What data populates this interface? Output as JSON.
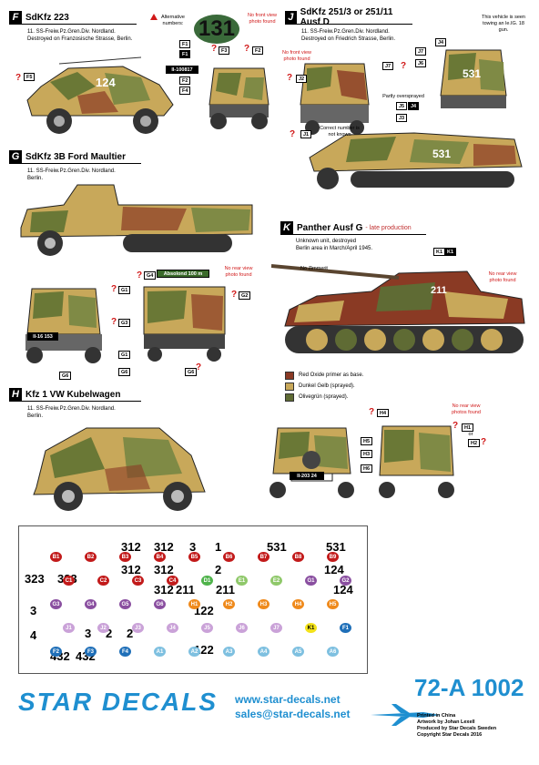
{
  "sections": {
    "F": {
      "letter": "F",
      "title": "SdKfz 223",
      "lines": [
        "11. SS-Freiw.Pz.Gren.Div. Nordland.",
        "Destroyed on Franzosische Strasse, Berlin."
      ]
    },
    "J": {
      "letter": "J",
      "title": "SdKfz 251/3 or 251/11 Ausf D",
      "lines": [
        "11. SS-Freiw.Pz.Gren.Div. Nordland.",
        "Destroyed on Friedrich Strasse, Berlin."
      ]
    },
    "G": {
      "letter": "G",
      "title": "SdKfz 3B Ford Maultier",
      "lines": [
        "11. SS-Freiw.Pz.Gren.Div. Nordland.",
        "Berlin."
      ]
    },
    "K": {
      "letter": "K",
      "title": "Panther Ausf G",
      "subtitle": "- late production",
      "lines": [
        "Unknown unit, destroyed",
        "Berlin area in March/April 1945."
      ]
    },
    "H": {
      "letter": "H",
      "title": "Kfz 1 VW Kubelwagen",
      "lines": [
        "11. SS-Freiw.Pz.Gren.Div. Nordland.",
        "Berlin."
      ]
    }
  },
  "notes": {
    "alternative": "Alternative numbers:",
    "alt_number": "131",
    "no_front_f": "No front view photo found",
    "no_front_j": "No front view photo found",
    "towing": "This vehicle is seen towing an le.IG. 18 gun.",
    "partly_oversprayed": "Partly oversprayed",
    "correct_number": "Correct number is not known",
    "no_rear_g": "No rear view photo found",
    "absolut": "Absolond",
    "absolut_num": "100 m",
    "no_zimmerit": "No Zimmerit",
    "no_rear_k": "No rear view photo found",
    "no_rear_h": "No rear view photos found",
    "or": "or"
  },
  "legend": [
    {
      "label": "Red Oxide primer as base.",
      "color": "#8a3a24"
    },
    {
      "label": "Dunkel Gelb (sprayed).",
      "color": "#c8a85a"
    },
    {
      "label": "Olivegrün (sprayed).",
      "color": "#5f6b34"
    }
  ],
  "markings": {
    "f1": "F1",
    "f2": "F2",
    "f3": "F3",
    "f4": "F4",
    "f5": "F5",
    "j1": "J1",
    "j2": "J2",
    "j3": "J3",
    "j4": "J4",
    "j5": "J5",
    "j6": "J6",
    "j7": "J7",
    "g1": "G1",
    "g2": "G2",
    "g3": "G3",
    "g4": "G4",
    "g5": "G5",
    "g6": "G6",
    "k1": "K1",
    "h1": "H1",
    "h2": "H2",
    "h3": "H3",
    "h4": "H4",
    "h5": "H5",
    "h6": "H6",
    "plate_f": "II-100817",
    "plate_h": "II-203 24",
    "plate_g": "II-16 153",
    "hull_f": "124",
    "hull_j": "531",
    "hull_k": "211"
  },
  "sheet_numbers": [
    "312",
    "312",
    "312",
    "312",
    "312",
    "531",
    "531",
    "323",
    "323",
    "122",
    "122",
    "124",
    "124",
    "211",
    "211",
    "432",
    "432",
    "3",
    "1",
    "2",
    "3",
    "2",
    "4",
    "3",
    "2"
  ],
  "sheet_chips": [
    {
      "t": "B1",
      "c": "#c21a1a"
    },
    {
      "t": "B2",
      "c": "#c21a1a"
    },
    {
      "t": "B3",
      "c": "#c21a1a"
    },
    {
      "t": "B4",
      "c": "#c21a1a"
    },
    {
      "t": "B5",
      "c": "#c21a1a"
    },
    {
      "t": "B6",
      "c": "#c21a1a"
    },
    {
      "t": "B7",
      "c": "#c21a1a"
    },
    {
      "t": "B8",
      "c": "#c21a1a"
    },
    {
      "t": "B9",
      "c": "#c21a1a"
    },
    {
      "t": "C1",
      "c": "#c21a1a"
    },
    {
      "t": "C2",
      "c": "#c21a1a"
    },
    {
      "t": "C3",
      "c": "#c21a1a"
    },
    {
      "t": "C4",
      "c": "#c21a1a"
    },
    {
      "t": "D1",
      "c": "#4fb34b"
    },
    {
      "t": "E1",
      "c": "#8fc86a"
    },
    {
      "t": "E2",
      "c": "#8fc86a"
    },
    {
      "t": "G1",
      "c": "#8a4fa0"
    },
    {
      "t": "G2",
      "c": "#8a4fa0"
    },
    {
      "t": "G3",
      "c": "#8a4fa0"
    },
    {
      "t": "G4",
      "c": "#8a4fa0"
    },
    {
      "t": "G5",
      "c": "#8a4fa0"
    },
    {
      "t": "G6",
      "c": "#8a4fa0"
    },
    {
      "t": "H1",
      "c": "#ef8a1c"
    },
    {
      "t": "H2",
      "c": "#ef8a1c"
    },
    {
      "t": "H3",
      "c": "#ef8a1c"
    },
    {
      "t": "H4",
      "c": "#ef8a1c"
    },
    {
      "t": "H5",
      "c": "#ef8a1c"
    },
    {
      "t": "J1",
      "c": "#caa2d8"
    },
    {
      "t": "J2",
      "c": "#caa2d8"
    },
    {
      "t": "J3",
      "c": "#caa2d8"
    },
    {
      "t": "J4",
      "c": "#caa2d8"
    },
    {
      "t": "J5",
      "c": "#caa2d8"
    },
    {
      "t": "J6",
      "c": "#caa2d8"
    },
    {
      "t": "J7",
      "c": "#caa2d8"
    },
    {
      "t": "K1",
      "c": "#f3e21a"
    },
    {
      "t": "F1",
      "c": "#1f6fb8"
    },
    {
      "t": "F2",
      "c": "#1f6fb8"
    },
    {
      "t": "F3",
      "c": "#1f6fb8"
    },
    {
      "t": "F4",
      "c": "#1f6fb8"
    },
    {
      "t": "A1",
      "c": "#7ec0e0"
    },
    {
      "t": "A2",
      "c": "#7ec0e0"
    },
    {
      "t": "A3",
      "c": "#7ec0e0"
    },
    {
      "t": "A4",
      "c": "#7ec0e0"
    },
    {
      "t": "A5",
      "c": "#7ec0e0"
    },
    {
      "t": "A6",
      "c": "#7ec0e0"
    }
  ],
  "footer": {
    "brand": "STAR DECALS",
    "web": "www.star-decals.net",
    "email": "sales@star-decals.net",
    "code": "72-A 1002",
    "credits": [
      "Printed in China",
      "Artwork by Johan Lexell",
      "Produced by Star Decals Sweden",
      "Copyright Star Decals 2016"
    ]
  }
}
